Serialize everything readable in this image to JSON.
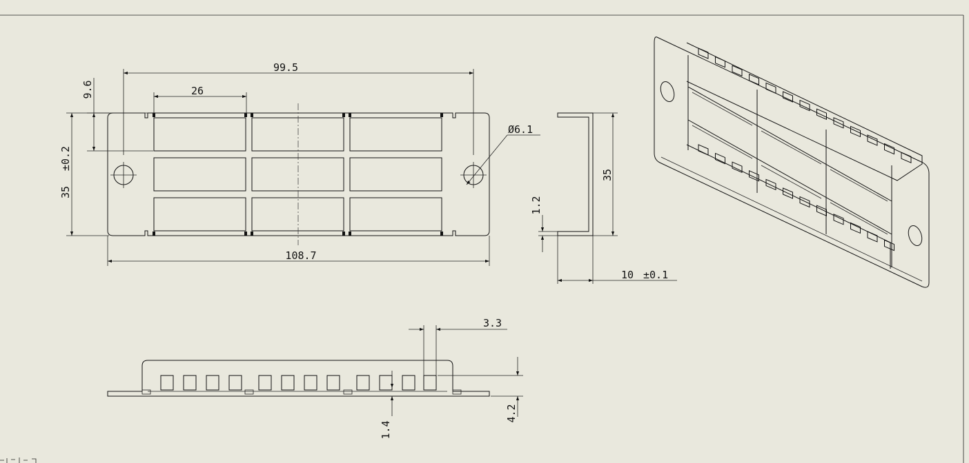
{
  "drawing": {
    "background": "#e9e8dd",
    "line_color": "#111111",
    "dimensions": {
      "top_width": "99.5",
      "pocket_width": "26",
      "offset_vertical": "9.6",
      "height_tol_value": "35",
      "height_tol": "±0.2",
      "hole_dia": "Ø6.1",
      "overall_width": "108.7",
      "side_thickness": "1.2",
      "side_height": "35",
      "side_depth_value": "10",
      "side_depth_tol": "±0.1",
      "slot_width": "3.3",
      "bottom_gap": "1.4",
      "bottom_height": "4.2"
    }
  }
}
